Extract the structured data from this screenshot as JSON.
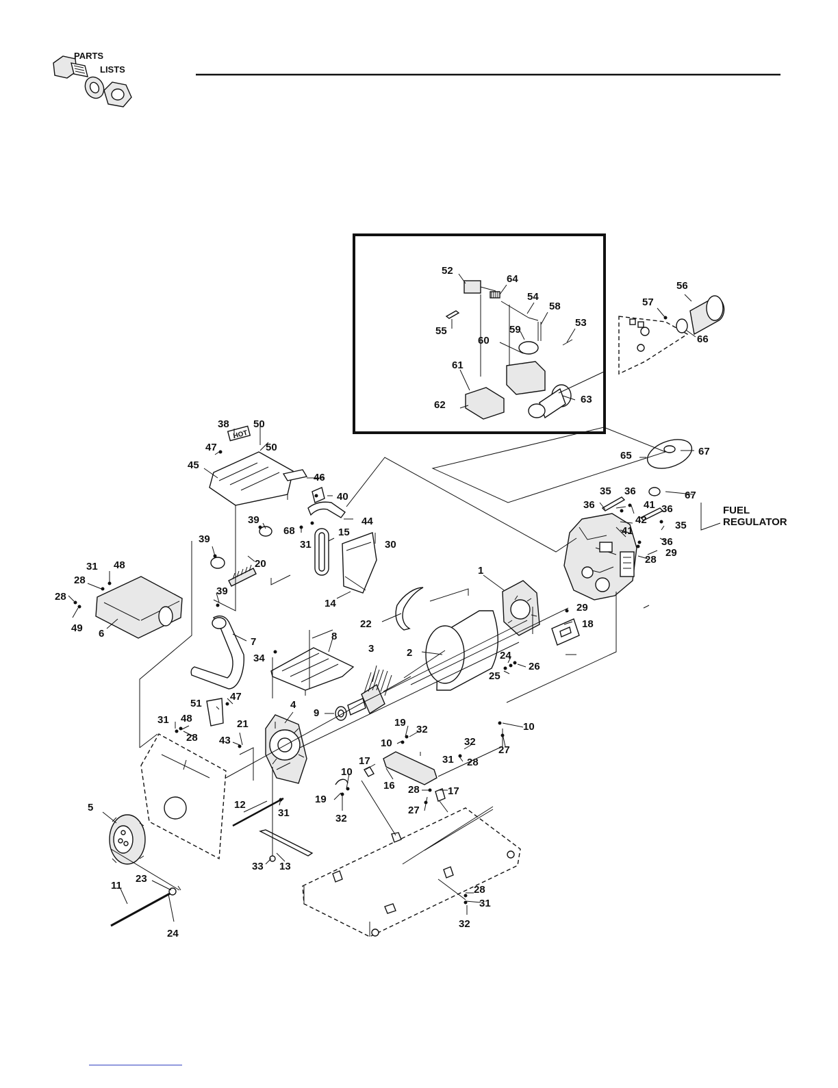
{
  "header": {
    "logo_text_line1": "PARTS",
    "logo_text_line2": "LISTS"
  },
  "inset": {
    "callouts": [
      "52",
      "64",
      "54",
      "58",
      "55",
      "59",
      "53",
      "60",
      "61",
      "62",
      "63"
    ]
  },
  "diagram": {
    "hot_label": "HOT",
    "fuel_regulator_line1": "FUEL",
    "fuel_regulator_line2": "REGULATOR"
  },
  "callouts": [
    {
      "id": "c52",
      "text": "52"
    },
    {
      "id": "c64",
      "text": "64"
    },
    {
      "id": "c54",
      "text": "54"
    },
    {
      "id": "c58",
      "text": "58"
    },
    {
      "id": "c55",
      "text": "55"
    },
    {
      "id": "c59",
      "text": "59"
    },
    {
      "id": "c53",
      "text": "53"
    },
    {
      "id": "c60",
      "text": "60"
    },
    {
      "id": "c61",
      "text": "61"
    },
    {
      "id": "c62",
      "text": "62"
    },
    {
      "id": "c63",
      "text": "63"
    },
    {
      "id": "c56",
      "text": "56"
    },
    {
      "id": "c57",
      "text": "57"
    },
    {
      "id": "c66",
      "text": "66"
    },
    {
      "id": "c38",
      "text": "38"
    },
    {
      "id": "c50a",
      "text": "50"
    },
    {
      "id": "c50b",
      "text": "50"
    },
    {
      "id": "c47a",
      "text": "47"
    },
    {
      "id": "c45",
      "text": "45"
    },
    {
      "id": "c46",
      "text": "46"
    },
    {
      "id": "c40",
      "text": "40"
    },
    {
      "id": "c44",
      "text": "44"
    },
    {
      "id": "c39a",
      "text": "39"
    },
    {
      "id": "c68",
      "text": "68"
    },
    {
      "id": "c31a",
      "text": "31"
    },
    {
      "id": "c15",
      "text": "15"
    },
    {
      "id": "c30",
      "text": "30"
    },
    {
      "id": "c39b",
      "text": "39"
    },
    {
      "id": "c20",
      "text": "20"
    },
    {
      "id": "c31b",
      "text": "31"
    },
    {
      "id": "c48a",
      "text": "48"
    },
    {
      "id": "c28a",
      "text": "28"
    },
    {
      "id": "c28b",
      "text": "28"
    },
    {
      "id": "c49",
      "text": "49"
    },
    {
      "id": "c6",
      "text": "6"
    },
    {
      "id": "c39c",
      "text": "39"
    },
    {
      "id": "c7",
      "text": "7"
    },
    {
      "id": "c14",
      "text": "14"
    },
    {
      "id": "c22",
      "text": "22"
    },
    {
      "id": "c1",
      "text": "1"
    },
    {
      "id": "c8",
      "text": "8"
    },
    {
      "id": "c3",
      "text": "3"
    },
    {
      "id": "c2",
      "text": "2"
    },
    {
      "id": "c34",
      "text": "34"
    },
    {
      "id": "c24a",
      "text": "24"
    },
    {
      "id": "c25",
      "text": "25"
    },
    {
      "id": "c26",
      "text": "26"
    },
    {
      "id": "c67a",
      "text": "67"
    },
    {
      "id": "c65",
      "text": "65"
    },
    {
      "id": "c67b",
      "text": "67"
    },
    {
      "id": "c35a",
      "text": "35"
    },
    {
      "id": "c36a",
      "text": "36"
    },
    {
      "id": "c36b",
      "text": "36"
    },
    {
      "id": "c41a",
      "text": "41"
    },
    {
      "id": "c42",
      "text": "42"
    },
    {
      "id": "c41b",
      "text": "41"
    },
    {
      "id": "c36c",
      "text": "36"
    },
    {
      "id": "c35b",
      "text": "35"
    },
    {
      "id": "c36d",
      "text": "36"
    },
    {
      "id": "c29a",
      "text": "29"
    },
    {
      "id": "c28c",
      "text": "28"
    },
    {
      "id": "c29b",
      "text": "29"
    },
    {
      "id": "c18",
      "text": "18"
    },
    {
      "id": "c51",
      "text": "51"
    },
    {
      "id": "c47b",
      "text": "47"
    },
    {
      "id": "c31c",
      "text": "31"
    },
    {
      "id": "c48b",
      "text": "48"
    },
    {
      "id": "c28d",
      "text": "28"
    },
    {
      "id": "c4",
      "text": "4"
    },
    {
      "id": "c9",
      "text": "9"
    },
    {
      "id": "c21",
      "text": "21"
    },
    {
      "id": "c43",
      "text": "43"
    },
    {
      "id": "c19a",
      "text": "19"
    },
    {
      "id": "c32a",
      "text": "32"
    },
    {
      "id": "c10a",
      "text": "10"
    },
    {
      "id": "c10b",
      "text": "10"
    },
    {
      "id": "c27a",
      "text": "27"
    },
    {
      "id": "c32b",
      "text": "32"
    },
    {
      "id": "c31d",
      "text": "31"
    },
    {
      "id": "c28e",
      "text": "28"
    },
    {
      "id": "c17a",
      "text": "17"
    },
    {
      "id": "c10c",
      "text": "10"
    },
    {
      "id": "c16",
      "text": "16"
    },
    {
      "id": "c19b",
      "text": "19"
    },
    {
      "id": "c28f",
      "text": "28"
    },
    {
      "id": "c17b",
      "text": "17"
    },
    {
      "id": "c27b",
      "text": "27"
    },
    {
      "id": "c32c",
      "text": "32"
    },
    {
      "id": "c5",
      "text": "5"
    },
    {
      "id": "c12",
      "text": "12"
    },
    {
      "id": "c31e",
      "text": "31"
    },
    {
      "id": "c33",
      "text": "33"
    },
    {
      "id": "c13",
      "text": "13"
    },
    {
      "id": "c23",
      "text": "23"
    },
    {
      "id": "c11",
      "text": "11"
    },
    {
      "id": "c24b",
      "text": "24"
    },
    {
      "id": "c28g",
      "text": "28"
    },
    {
      "id": "c31f",
      "text": "31"
    },
    {
      "id": "c32d",
      "text": "32"
    }
  ]
}
